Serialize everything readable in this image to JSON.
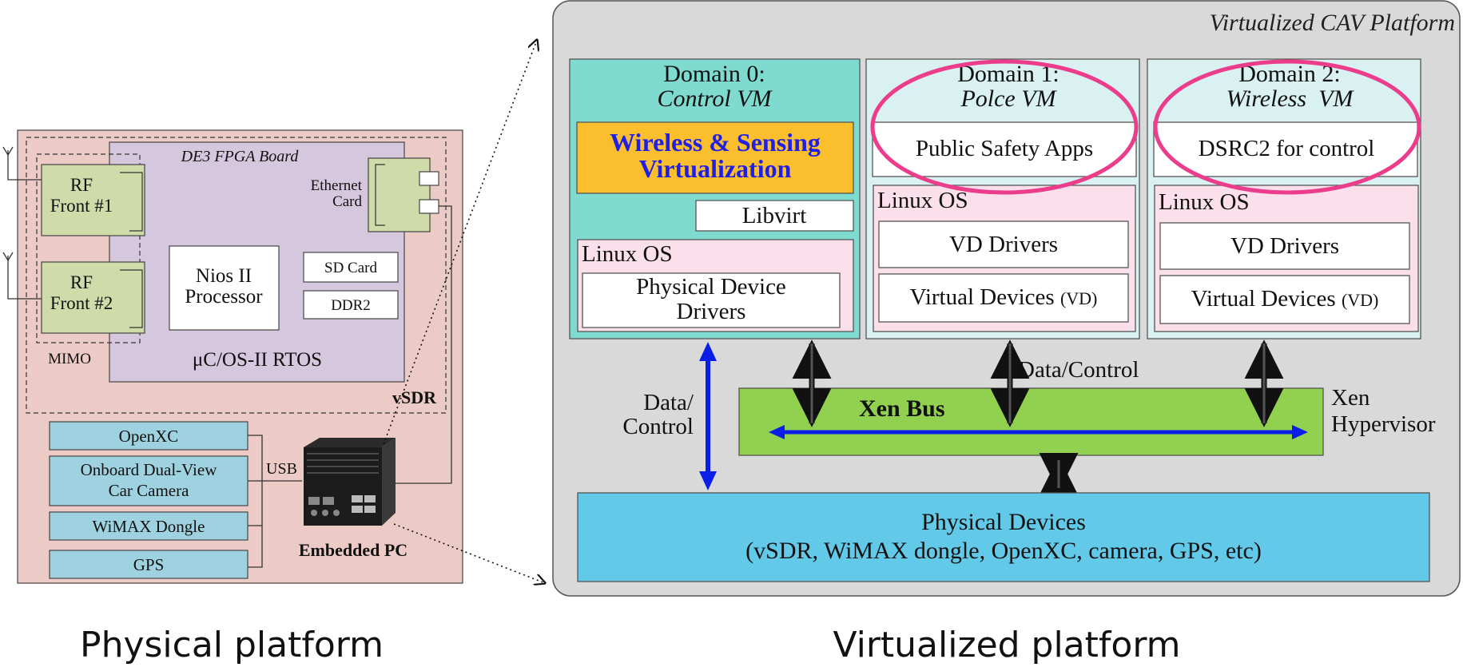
{
  "physical": {
    "board_title": "DE3 FPGA Board",
    "rf1_line1": "RF",
    "rf1_line2": "Front #1",
    "rf2_line1": "RF",
    "rf2_line2": "Front #2",
    "mimo": "MIMO",
    "nios_line1": "Nios II",
    "nios_line2": "Processor",
    "ethernet_line1": "Ethernet",
    "ethernet_line2": "Card",
    "sd_card": "SD Card",
    "ddr2": "DDR2",
    "rtos": "μC/OS-II RTOS",
    "vsdr": "vSDR",
    "peripherals": {
      "openxc": "OpenXC",
      "camera_line1": "Onboard Dual-View",
      "camera_line2": "Car Camera",
      "wimax": "WiMAX Dongle",
      "gps": "GPS"
    },
    "usb": "USB",
    "embedded_pc": "Embedded PC"
  },
  "virtual": {
    "platform_title": "Virtualized CAV Platform",
    "domain0": {
      "title": "Domain 0:",
      "subtitle": "Control VM",
      "wireless_line1": "Wireless & Sensing",
      "wireless_line2": "Virtualization",
      "libvirt": "Libvirt",
      "os": "Linux OS",
      "drivers_line1": "Physical Device",
      "drivers_line2": "Drivers"
    },
    "domain1": {
      "title": "Domain 1:",
      "subtitle": "Polce VM",
      "app": "Public Safety Apps",
      "os": "Linux OS",
      "vd_drivers": "VD Drivers",
      "virtual_devices": "Virtual Devices",
      "vd_abbrev": "(VD)"
    },
    "domain2": {
      "title": "Domain 2:",
      "subtitle": "Wireless  VM",
      "app": "DSRC2 for control",
      "os": "Linux OS",
      "vd_drivers": "VD Drivers",
      "virtual_devices": "Virtual Devices",
      "vd_abbrev": "(VD)"
    },
    "data_control_top": "Data/Control",
    "data_control_left_line1": "Data/",
    "data_control_left_line2": "Control",
    "xen_bus": "Xen Bus",
    "xen_line1": "Xen",
    "xen_line2": "Hypervisor",
    "physical_devices_line1": "Physical Devices",
    "physical_devices_line2": "(vSDR, WiMAX dongle, OpenXC, camera, GPS, etc)"
  },
  "captions": {
    "physical": "Physical platform",
    "virtual": "Virtualized platform"
  },
  "colors": {
    "physical_bg": "#eccbc6",
    "fpga_board": "#d5c7dd",
    "rf_front": "#cfdca9",
    "peripheral": "#9fd2e0",
    "platform_bg": "#d9d9d9",
    "domain0": "#7fdbcf",
    "domain_light": "#daf1f1",
    "wireless_box": "#fbbf2d",
    "wireless_text": "#1f1fe6",
    "os_box": "#fbe0ec",
    "xen_bus": "#92d050",
    "physical_devices": "#62c9e8",
    "highlight_ellipse": "#ec3c8c",
    "bus_arrow": "#0a1ee8"
  }
}
